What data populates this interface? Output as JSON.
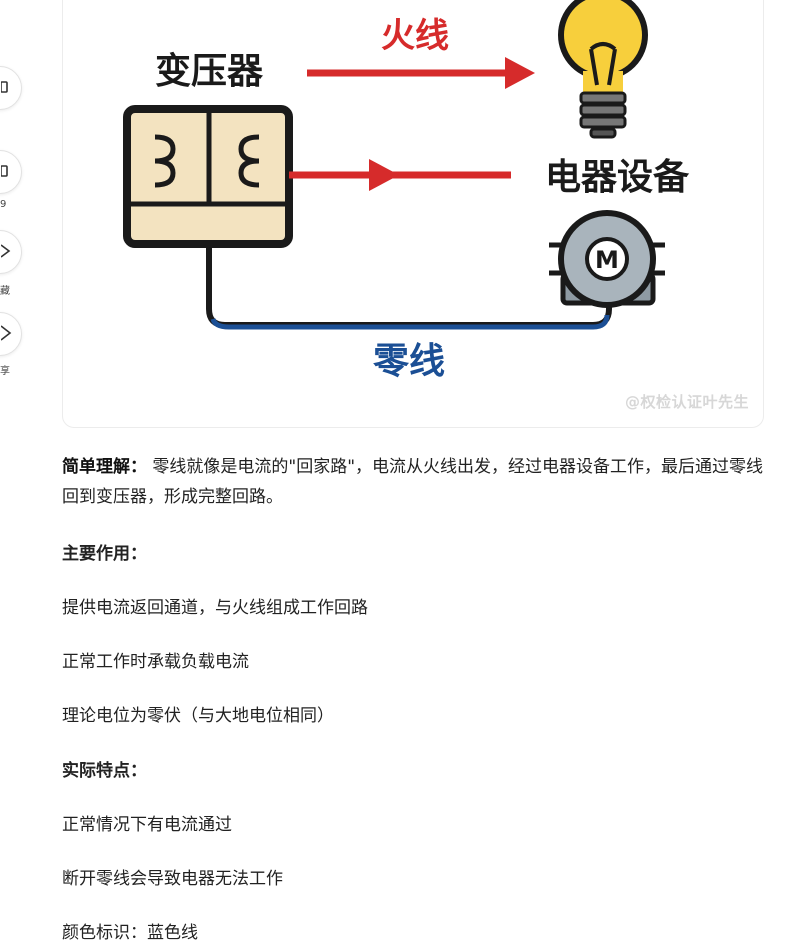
{
  "rail": {
    "labels": [
      "藏",
      "享"
    ]
  },
  "diagram": {
    "transformer_label": "变压器",
    "live_wire_label": "火线",
    "appliance_label": "电器设备",
    "neutral_wire_label": "零线",
    "motor_symbol": "M",
    "watermark": "@权检认证叶先生",
    "colors": {
      "live": "#d62b2b",
      "neutral": "#1b4f95",
      "transformer_fill": "#f3e3c0",
      "bulb": "#f7cf3c"
    }
  },
  "article": {
    "summary_label": "简单理解：",
    "summary_text": " 零线就像是电流的\"回家路\"，电流从火线出发，经过电器设备工作，最后通过零线回到变压器，形成完整回路。",
    "main_heading": "主要作用：",
    "main_items": [
      "提供电流返回通道，与火线组成工作回路",
      "正常工作时承载负载电流",
      "理论电位为零伏（与大地电位相同）"
    ],
    "feature_heading": "实际特点：",
    "feature_items": [
      "正常情况下有电流通过",
      "断开零线会导致电器无法工作",
      "颜色标识：蓝色线"
    ]
  }
}
